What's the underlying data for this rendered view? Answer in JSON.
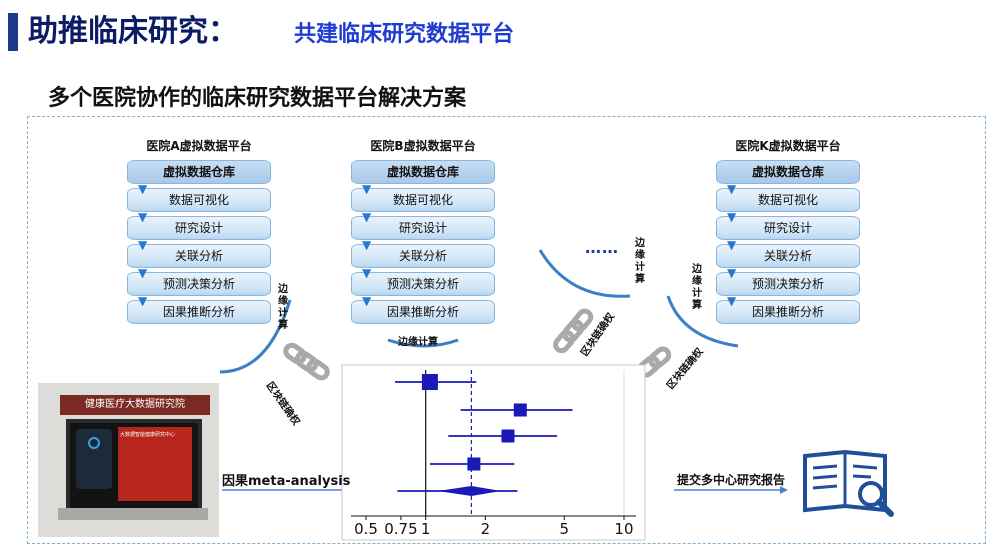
{
  "header": {
    "title": "助推临床研究：",
    "subtitle": "共建临床研究数据平台"
  },
  "section_title": "多个医院协作的临床研究数据平台解决方案",
  "hospitals": [
    {
      "name": "医院A虚拟数据平台"
    },
    {
      "name": "医院B虚拟数据平台"
    },
    {
      "name": "医院K虚拟数据平台"
    }
  ],
  "layers": [
    "虚拟数据仓库",
    "数据可视化",
    "研究设计",
    "关联分析",
    "预测决策分析",
    "因果推断分析"
  ],
  "edge_computing": "边缘计算",
  "blockchain": "区块链确权",
  "ellipsis": "……",
  "meta_analysis_label": "因果meta-analysis",
  "report_label": "提交多中心研究报告",
  "photo_sign": "健康医疗大数据研究院",
  "photo_screen_title": "大数据智能健康研究中心",
  "forest_plot": {
    "axis_ticks": [
      "0.5",
      "0.75",
      "1",
      "2",
      "5",
      "10"
    ],
    "studies": [
      {
        "estimate": 1.05,
        "lower": 0.7,
        "upper": 1.8
      },
      {
        "estimate": 3.0,
        "lower": 1.5,
        "upper": 5.5
      },
      {
        "estimate": 2.6,
        "lower": 1.3,
        "upper": 4.6
      },
      {
        "estimate": 1.75,
        "lower": 1.05,
        "upper": 2.8
      }
    ],
    "pooled": {
      "estimate": 1.7,
      "lower": 1.15,
      "upper": 2.4
    }
  },
  "colors": {
    "title": "#0b1b66",
    "accent": "#1f3bd1",
    "plot": "#1a1ab8",
    "layer": "#cfe5f7"
  },
  "icons": [
    "down-arrow-icon",
    "chain-link-icon",
    "report-magnifier-icon",
    "arrow-right-icon"
  ]
}
